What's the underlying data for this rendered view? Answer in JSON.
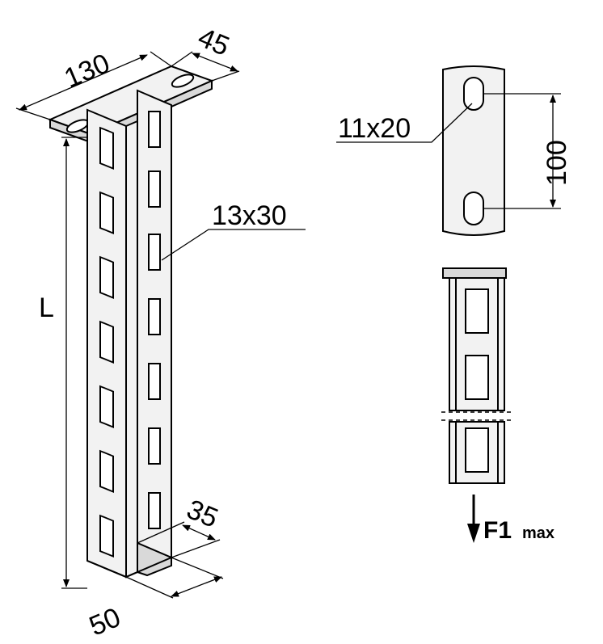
{
  "dimensions": {
    "base_length": "130",
    "base_width": "45",
    "column_height": "L",
    "slot_size": "13x30",
    "plate_hole_size": "11x20",
    "hole_spacing": "100",
    "profile_depth": "35",
    "profile_width": "50"
  },
  "force": {
    "symbol": "F1",
    "subscript": "max"
  }
}
